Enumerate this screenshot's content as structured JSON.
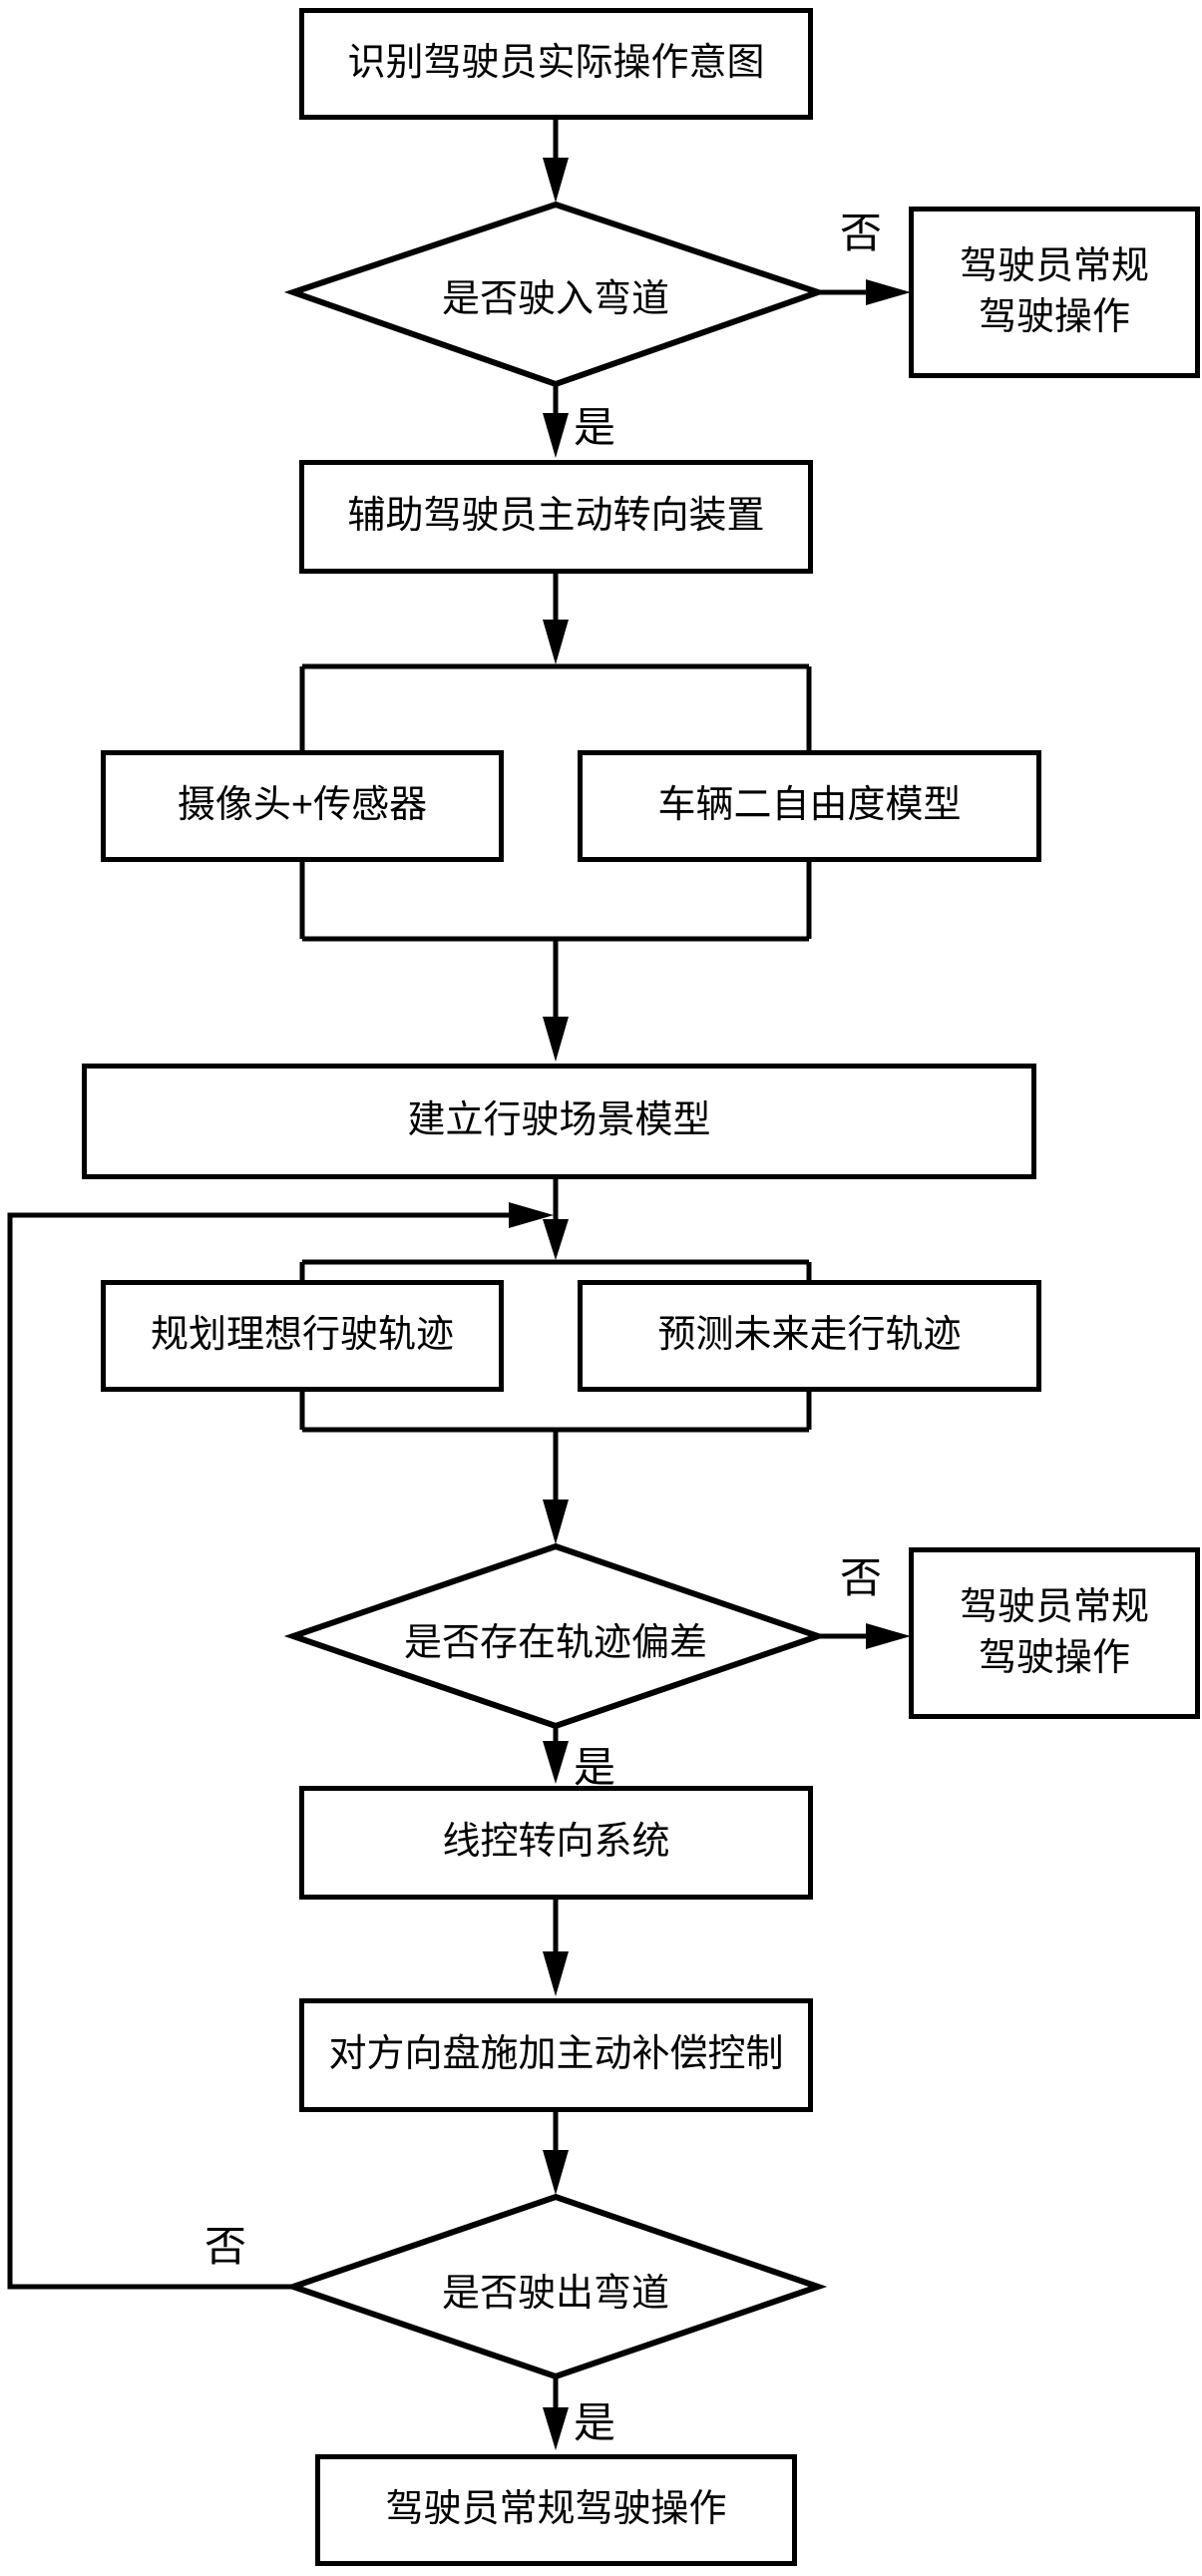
{
  "colors": {
    "stroke": "#000000",
    "background": "#ffffff",
    "text": "#000000"
  },
  "labels": {
    "yes": "是",
    "no": "否"
  },
  "nodes": {
    "identify_intent": {
      "text": "识别驾驶员实际操作意图"
    },
    "enter_curve": {
      "text": "是否驶入弯道"
    },
    "normal_right_1": {
      "line1": "驾驶员常规",
      "line2": "驾驶操作"
    },
    "assist_device": {
      "text": "辅助驾驶员主动转向装置"
    },
    "camera_sensor": {
      "text": "摄像头+传感器"
    },
    "vehicle_model": {
      "text": "车辆二自由度模型"
    },
    "scene_model": {
      "text": "建立行驶场景模型"
    },
    "plan_trajectory": {
      "text": "规划理想行驶轨迹"
    },
    "predict_trajectory": {
      "text": "预测未来走行轨迹"
    },
    "deviation": {
      "text": "是否存在轨迹偏差"
    },
    "normal_right_2": {
      "line1": "驾驶员常规",
      "line2": "驾驶操作"
    },
    "steer_by_wire": {
      "text": "线控转向系统"
    },
    "compensation": {
      "text": "对方向盘施加主动补偿控制"
    },
    "exit_curve": {
      "text": "是否驶出弯道"
    },
    "normal_final": {
      "text": "驾驶员常规驾驶操作"
    }
  }
}
